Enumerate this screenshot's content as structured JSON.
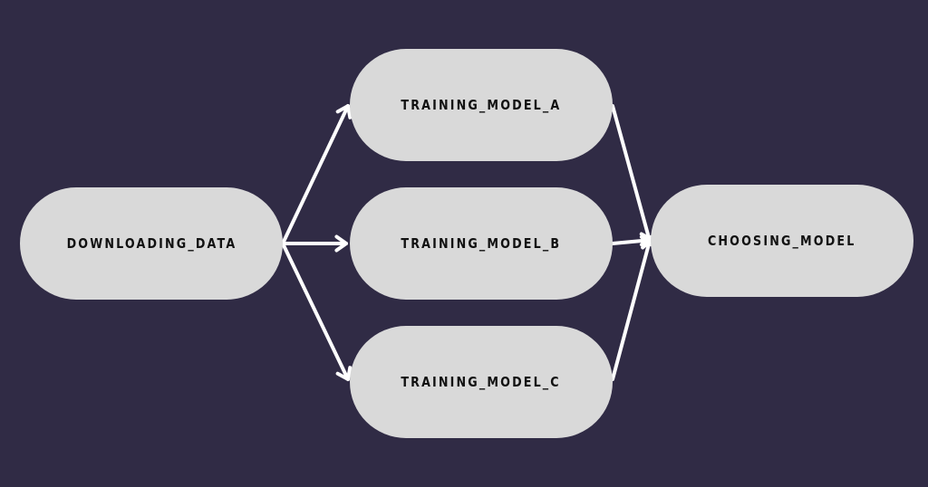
{
  "colors": {
    "background": "#302b45",
    "node_fill": "#d9d9d9",
    "node_text": "#111111",
    "edge": "#ffffff"
  },
  "nodes": {
    "downloading_data": {
      "label": "DOWNLOADING_DATA"
    },
    "training_model_a": {
      "label": "TRAINING_MODEL_A"
    },
    "training_model_b": {
      "label": "TRAINING_MODEL_B"
    },
    "training_model_c": {
      "label": "TRAINING_MODEL_C"
    },
    "choosing_model": {
      "label": "CHOOSING_MODEL"
    }
  },
  "edges": [
    {
      "from": "downloading_data",
      "to": "training_model_a"
    },
    {
      "from": "downloading_data",
      "to": "training_model_b"
    },
    {
      "from": "downloading_data",
      "to": "training_model_c"
    },
    {
      "from": "training_model_a",
      "to": "choosing_model"
    },
    {
      "from": "training_model_b",
      "to": "choosing_model"
    },
    {
      "from": "training_model_c",
      "to": "choosing_model"
    }
  ]
}
